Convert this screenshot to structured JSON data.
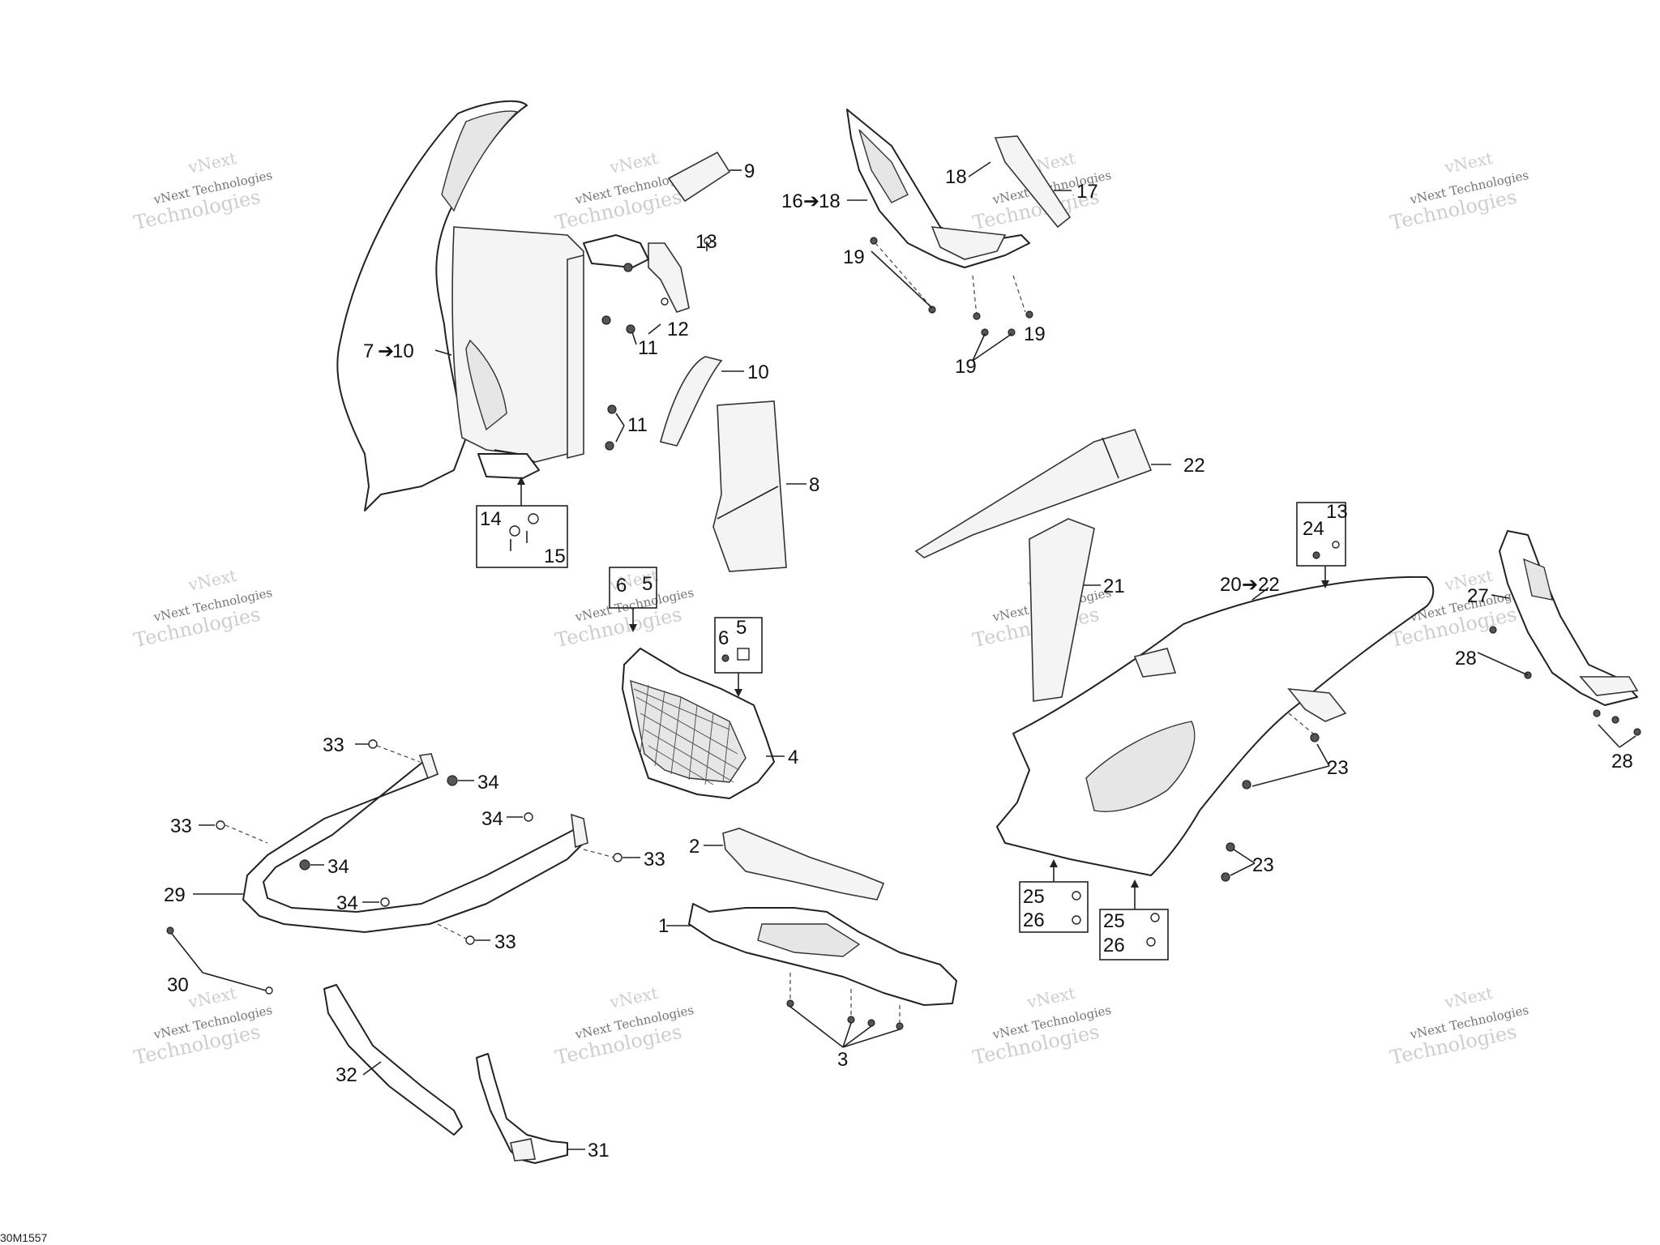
{
  "diagram": {
    "reference_code": "30M1557",
    "watermark": {
      "line1": "vNext",
      "line2": "vNext Technologies",
      "line3": "Technologies"
    },
    "callouts": [
      {
        "id": "c1",
        "text": "1"
      },
      {
        "id": "c2",
        "text": "2"
      },
      {
        "id": "c3",
        "text": "3"
      },
      {
        "id": "c4",
        "text": "4"
      },
      {
        "id": "c5a",
        "text": "5"
      },
      {
        "id": "c5b",
        "text": "5"
      },
      {
        "id": "c6a",
        "text": "6"
      },
      {
        "id": "c6b",
        "text": "6"
      },
      {
        "id": "c7",
        "text": "7"
      },
      {
        "id": "c8",
        "text": "8"
      },
      {
        "id": "c9",
        "text": "9"
      },
      {
        "id": "c10a",
        "text": "10"
      },
      {
        "id": "c10b",
        "text": "10"
      },
      {
        "id": "c11a",
        "text": "11"
      },
      {
        "id": "c11b",
        "text": "11"
      },
      {
        "id": "c12",
        "text": "12"
      },
      {
        "id": "c13a",
        "text": "13"
      },
      {
        "id": "c13b",
        "text": "13"
      },
      {
        "id": "c14",
        "text": "14"
      },
      {
        "id": "c15",
        "text": "15"
      },
      {
        "id": "c16",
        "text": "16"
      },
      {
        "id": "c17",
        "text": "17"
      },
      {
        "id": "c18a",
        "text": "18"
      },
      {
        "id": "c18b",
        "text": "18"
      },
      {
        "id": "c19a",
        "text": "19"
      },
      {
        "id": "c19b",
        "text": "19"
      },
      {
        "id": "c19c",
        "text": "19"
      },
      {
        "id": "c20",
        "text": "20"
      },
      {
        "id": "c21",
        "text": "21"
      },
      {
        "id": "c22a",
        "text": "22"
      },
      {
        "id": "c22b",
        "text": "22"
      },
      {
        "id": "c23a",
        "text": "23"
      },
      {
        "id": "c23b",
        "text": "23"
      },
      {
        "id": "c24",
        "text": "24"
      },
      {
        "id": "c25a",
        "text": "25"
      },
      {
        "id": "c25b",
        "text": "25"
      },
      {
        "id": "c26a",
        "text": "26"
      },
      {
        "id": "c26b",
        "text": "26"
      },
      {
        "id": "c27",
        "text": "27"
      },
      {
        "id": "c28a",
        "text": "28"
      },
      {
        "id": "c28b",
        "text": "28"
      },
      {
        "id": "c29",
        "text": "29"
      },
      {
        "id": "c30",
        "text": "30"
      },
      {
        "id": "c31",
        "text": "31"
      },
      {
        "id": "c32",
        "text": "32"
      },
      {
        "id": "c33a",
        "text": "33"
      },
      {
        "id": "c33b",
        "text": "33"
      },
      {
        "id": "c33c",
        "text": "33"
      },
      {
        "id": "c33d",
        "text": "33"
      },
      {
        "id": "c34a",
        "text": "34"
      },
      {
        "id": "c34b",
        "text": "34"
      },
      {
        "id": "c34c",
        "text": "34"
      },
      {
        "id": "c34d",
        "text": "34"
      }
    ]
  }
}
